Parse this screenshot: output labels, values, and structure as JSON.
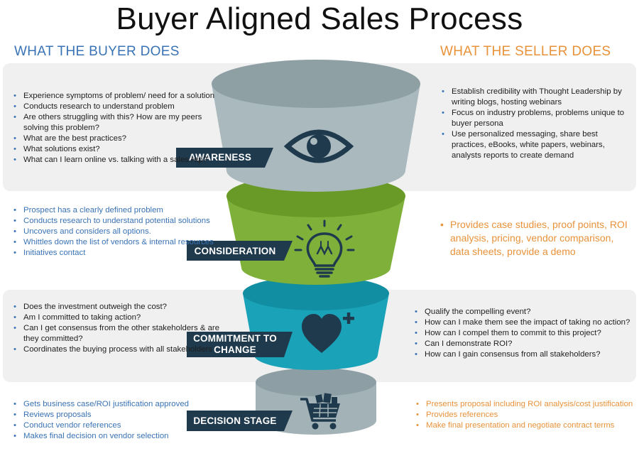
{
  "title": "Buyer Aligned Sales Process",
  "buyer_heading": "WHAT THE BUYER DOES",
  "seller_heading": "WHAT THE SELLER DOES",
  "stages": [
    {
      "label": "AWARENESS",
      "icon": "eye-icon",
      "color": "#a9b9bd",
      "buyer": [
        "Experience symptoms of problem/ need for a solution",
        "Conducts research to understand problem",
        "Are others struggling with this?  How are my peers solving this problem?",
        "What are the best practices?",
        "What solutions exist?",
        "What can I learn online vs. talking with a sales rep?"
      ],
      "seller": [
        "Establish credibility with Thought Leadership by writing blogs, hosting webinars",
        "Focus on industry problems, problems unique to buyer persona",
        "Use personalized messaging, share best practices, eBooks, white papers, webinars, analysts reports to create demand"
      ]
    },
    {
      "label": "CONSIDERATION",
      "icon": "lightbulb-icon",
      "color": "#7fb03a",
      "buyer": [
        "Prospect has a clearly defined problem",
        "Conducts research to understand  potential solutions",
        "Uncovers and considers all options.",
        "Whittles down the list of vendors & internal resources",
        "Initiatives contact"
      ],
      "seller": [
        "Provides case studies, proof points, ROI analysis, pricing, vendor comparison, data sheets, provide a demo"
      ]
    },
    {
      "label_line1": "COMMITMENT TO",
      "label_line2": "CHANGE",
      "icon": "heart-plus-icon",
      "color": "#1aa3b8",
      "buyer": [
        "Does the investment outweigh the cost?",
        "Am I committed to taking action?",
        "Can I get consensus from the other stakeholders  & are they committed?",
        "Coordinates the buying process with all stakeholders"
      ],
      "seller": [
        "Qualify the compelling event?",
        "How can I make them see the impact of taking no action?",
        "How can I compel them to commit to this project?",
        "Can I demonstrate ROI?",
        "How can I gain consensus from all stakeholders?"
      ]
    },
    {
      "label": "DECISION STAGE",
      "icon": "shopping-cart-icon",
      "color": "#a3b2b6",
      "buyer": [
        "Gets business case/ROI justification approved",
        "Reviews proposals",
        "Conduct vendor references",
        "Makes final decision on vendor selection"
      ],
      "seller": [
        "Presents proposal including ROI analysis/cost justification",
        "Provides  references",
        "Make final presentation and negotiate contract terms"
      ]
    }
  ],
  "colors": {
    "label_bg": "#1f3a4d",
    "buyer_accent": "#3a73b5",
    "seller_accent": "#e8923a",
    "band": "#f0f0f0"
  }
}
